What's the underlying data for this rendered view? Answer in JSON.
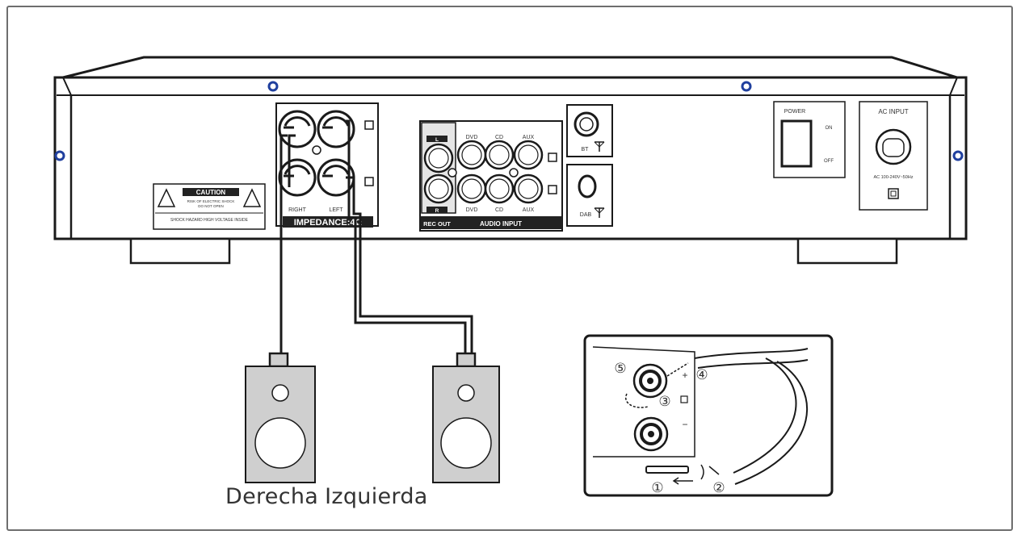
{
  "colors": {
    "line": "#1a1a1a",
    "speaker": "#cfcfcf",
    "screw": "#1f3f9e",
    "label_band": "#222222"
  },
  "device": {
    "caution": {
      "title": "CAUTION",
      "line1": "RISK OF ELECTRIC SHOCK",
      "line2": "DO NOT OPEN",
      "warning": "SHOCK HAZARD HIGH VOLTAGE INSIDE"
    },
    "speaker_terminals": {
      "right_label": "RIGHT",
      "left_label": "LEFT",
      "impedance": "IMPEDANCE:4Ω"
    },
    "audio": {
      "dvd": "DVD",
      "cd": "CD",
      "aux": "AUX",
      "rec_l": "L",
      "rec_r": "R",
      "rec_out": "REC OUT",
      "input_label": "AUDIO INPUT"
    },
    "antenna": {
      "bt": "BT",
      "dab": "DAB"
    },
    "power": {
      "label": "POWER",
      "on": "ON",
      "off": "OFF"
    },
    "ac_input": {
      "label": "AC INPUT",
      "rating": "AC 100-240V~50Hz"
    }
  },
  "caption": {
    "right": "Derecha",
    "left": "Izquierda"
  },
  "inset": {
    "steps": [
      "①",
      "②",
      "③",
      "④",
      "⑤"
    ],
    "plus": "+",
    "minus": "−"
  }
}
